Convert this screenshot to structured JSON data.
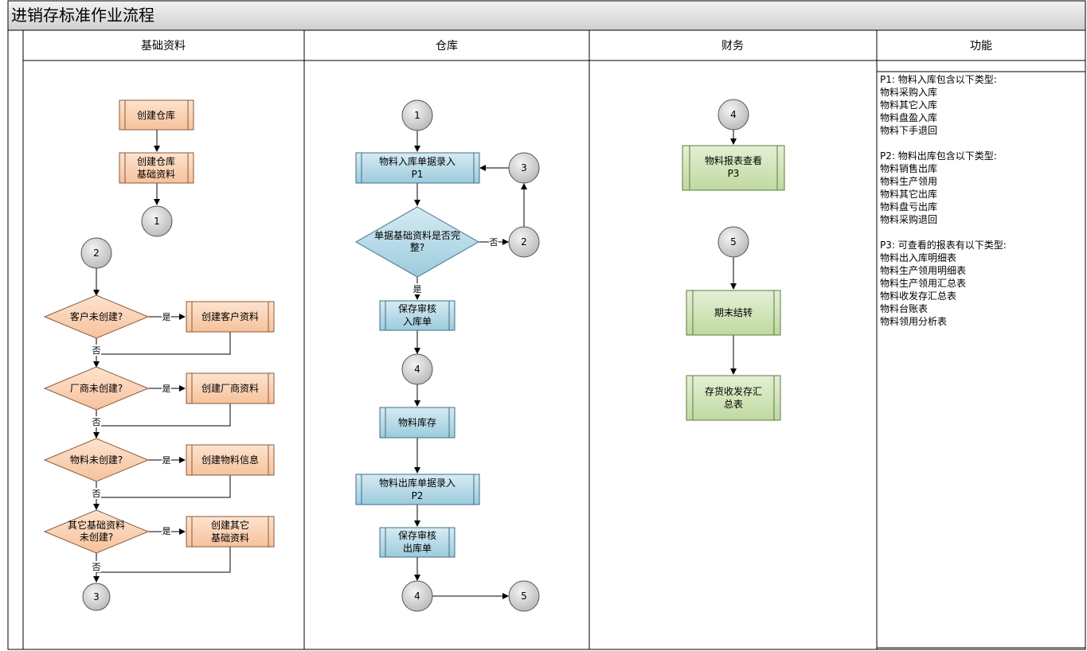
{
  "page": {
    "title": "进销存标准作业流程",
    "lanes": [
      "基础资料",
      "仓库",
      "财务",
      "功能"
    ]
  },
  "nodes": {
    "create_warehouse": "创建仓库",
    "create_warehouse_base": [
      "创建仓库",
      "基础资料"
    ],
    "cust_q": "客户未创建?",
    "create_cust": "创建客户资料",
    "vendor_q": "厂商未创建?",
    "create_vendor": "创建厂商资料",
    "material_q": "物料未创建?",
    "create_material": "创建物料信息",
    "other_q": [
      "其它基础资料",
      "未创建?"
    ],
    "create_other": [
      "创建其它",
      "基础资料"
    ],
    "in_entry": [
      "物料入库单据录入",
      "P1"
    ],
    "complete_q": [
      "单据基础资料是否完",
      "整?"
    ],
    "save_in": [
      "保存审核",
      "入库单"
    ],
    "stock": "物料库存",
    "out_entry": [
      "物料出库单据录入",
      "P2"
    ],
    "save_out": [
      "保存审核",
      "出库单"
    ],
    "report_view": [
      "物料报表查看",
      "P3"
    ],
    "period_close": "期末结转",
    "inv_summary": [
      "存货收发存汇",
      "总表"
    ]
  },
  "connectors": {
    "c1": "1",
    "c2": "2",
    "c3": "3",
    "c4": "4",
    "c5": "5"
  },
  "labels": {
    "yes": "是",
    "no": "否"
  },
  "notes": [
    "P1: 物料入库包含以下类型:",
    "物料采购入库",
    "物料其它入库",
    "物料盘盈入库",
    "物料下手退回",
    "",
    "P2: 物料出库包含以下类型:",
    "物料销售出库",
    "物料生产领用",
    "物料其它出库",
    "物料盘亏出库",
    "物料采购退回",
    "",
    "P3: 可查看的报表有以下类型:",
    "物料出入库明细表",
    "物料生产领用明细表",
    "物料生产领用汇总表",
    "物料收发存汇总表",
    "物料台账表",
    "物料领用分析表"
  ],
  "colors": {
    "orange_fill": "#fad4b8",
    "orange_stroke": "#8a5a3a",
    "blue_fill": "#b9dbe8",
    "blue_stroke": "#3f6f86",
    "green_fill": "#d3e6bd",
    "green_stroke": "#5f7a41",
    "circle_fill": "#d4d4d4"
  }
}
